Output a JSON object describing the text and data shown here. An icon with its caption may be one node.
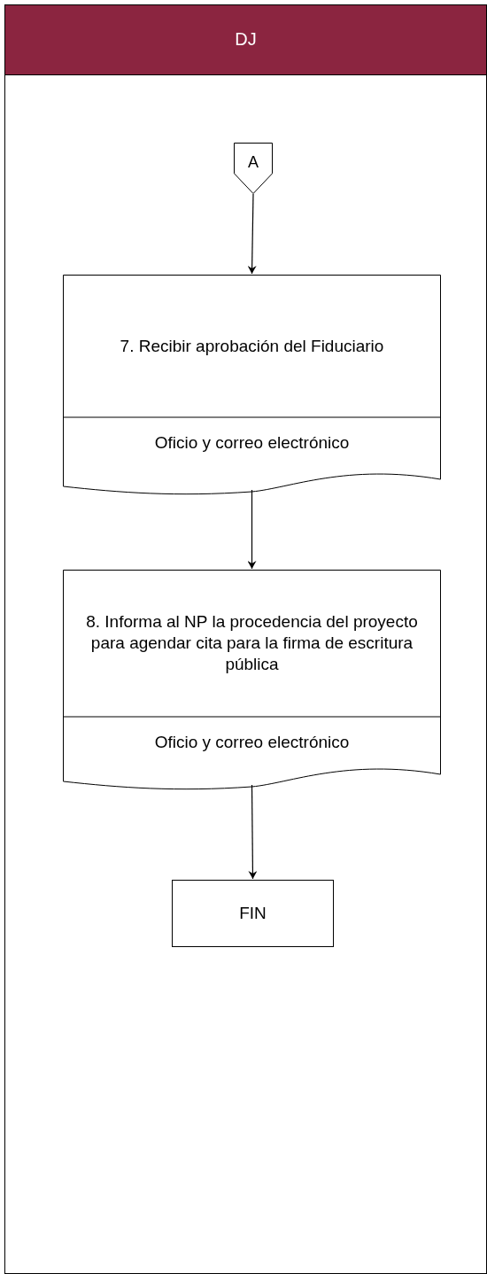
{
  "diagram": {
    "nodes": [
      {
        "text": [
          "DJ"
        ]
      },
      {
        "text": [
          "A"
        ],
        "in": 0
      },
      {
        "text": [
          "7. Recibir aprobación del Fiduciario",
          "Oficio y correo electrónico"
        ],
        "in": 0
      },
      {
        "text": [
          "8. Informa al NP la procedencia del proyecto para agendar cita para la firma de escritura pública",
          "Oficio y correo electrónico"
        ],
        "in": 0
      },
      {
        "text": [
          "FIN"
        ],
        "in": 0
      }
    ],
    "edges": [
      {
        "from": 1,
        "to": 2,
        "arrow": "to"
      },
      {
        "from": 2,
        "to": 3,
        "arrow": "to"
      },
      {
        "from": 3,
        "to": 4,
        "arrow": "to"
      }
    ]
  }
}
